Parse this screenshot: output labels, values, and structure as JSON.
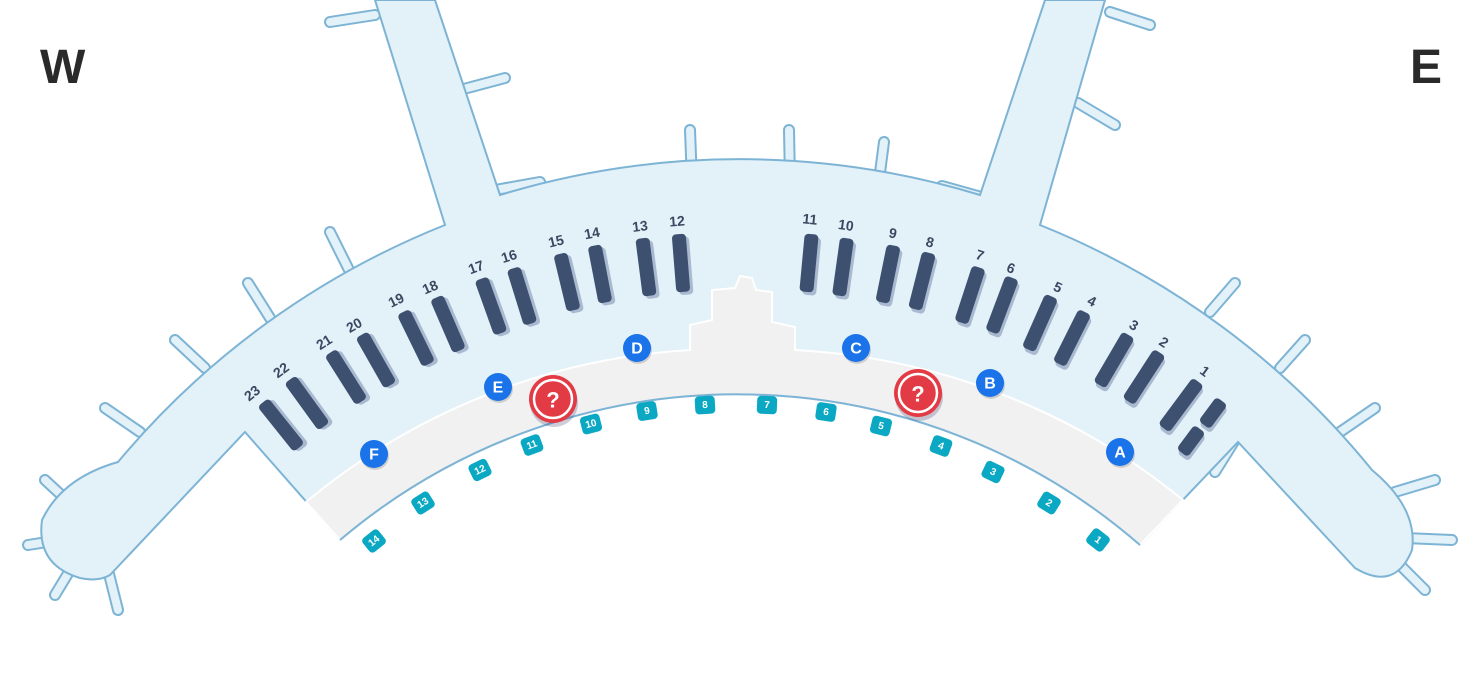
{
  "compass": {
    "west": "W",
    "east": "E"
  },
  "baggage_belts": [
    "23",
    "22",
    "21",
    "20",
    "19",
    "18",
    "17",
    "16",
    "15",
    "14",
    "13",
    "12",
    "11",
    "10",
    "9",
    "8",
    "7",
    "6",
    "5",
    "4",
    "3",
    "2",
    "1"
  ],
  "gates": [
    "1",
    "2",
    "3",
    "4",
    "5",
    "6",
    "7",
    "8",
    "9",
    "10",
    "11",
    "12",
    "13",
    "14"
  ],
  "exits": [
    "A",
    "B",
    "C",
    "D",
    "E",
    "F"
  ],
  "help_desks": [
    {
      "icon": "question-icon",
      "label": "?"
    },
    {
      "icon": "question-icon",
      "label": "?"
    }
  ],
  "colors": {
    "concourse": "#e3f1f8",
    "outline": "#7db4d5",
    "hall": "#f1f1f1",
    "belt": "#3d5070",
    "exit_marker": "#1a73e8",
    "help": "#e33b45",
    "gate": "#0ba8c3"
  }
}
